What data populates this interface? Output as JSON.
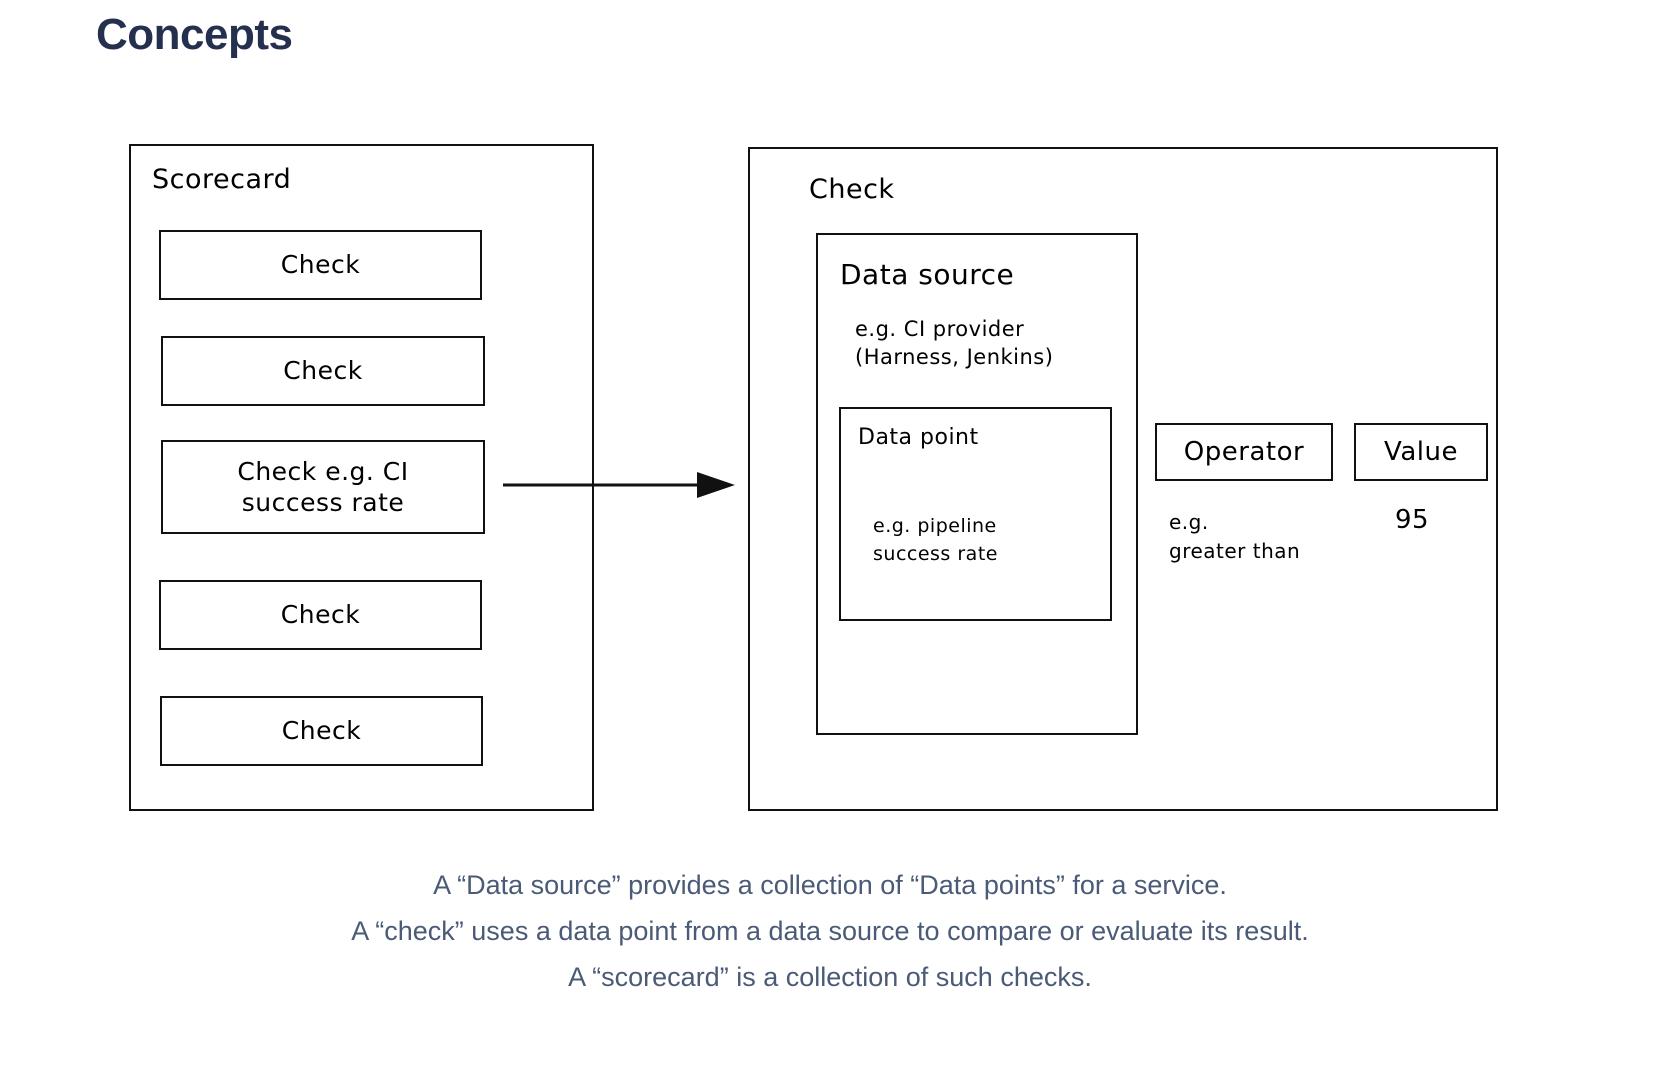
{
  "page": {
    "title": "Concepts",
    "title_color": "#25304f",
    "background": "#ffffff",
    "stroke_color": "#111111"
  },
  "scorecard": {
    "title": "Scorecard",
    "checks": [
      {
        "label": "Check"
      },
      {
        "label": "Check"
      },
      {
        "label": "Check e.g. CI\nsuccess rate"
      },
      {
        "label": "Check"
      },
      {
        "label": "Check"
      }
    ]
  },
  "arrow": {
    "icon": "arrow-right-icon",
    "direction": "right"
  },
  "check": {
    "title": "Check",
    "data_source": {
      "title": "Data source",
      "example": "e.g. CI provider\n(Harness, Jenkins)",
      "data_point": {
        "title": "Data point",
        "example": "e.g. pipeline\nsuccess rate"
      }
    },
    "operator": {
      "label": "Operator",
      "example": "e.g.\ngreater than"
    },
    "value": {
      "label": "Value",
      "example": "95"
    }
  },
  "caption": {
    "color": "#4a5a77",
    "lines": [
      "A “Data source” provides a collection of “Data points” for a service.",
      "A “check” uses a data point from a data source to compare or evaluate its result.",
      "A “scorecard” is a collection of such checks."
    ]
  }
}
